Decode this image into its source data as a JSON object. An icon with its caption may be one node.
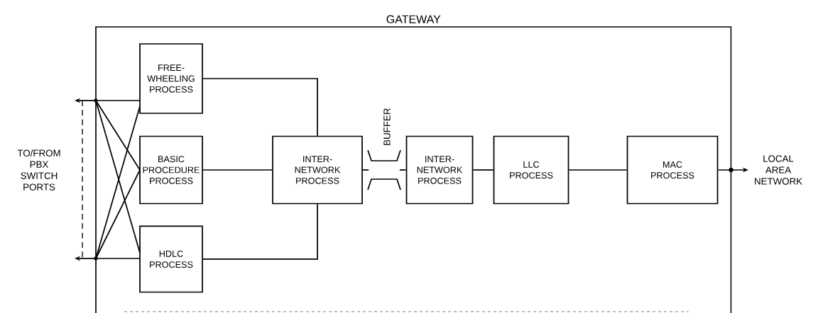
{
  "diagram": {
    "nodes": [
      {
        "text": [
          "GATEWAY"
        ]
      },
      {
        "text": [
          "FREE- WHEELING PROCESS"
        ],
        "in": 0
      },
      {
        "text": [
          "BASIC PROCEDURE PROCESS"
        ],
        "in": 0
      },
      {
        "text": [
          "HDLC PROCESS"
        ],
        "in": 0
      },
      {
        "text": [
          "INTER- NETWORK PROCESS"
        ],
        "in": 0
      },
      {
        "text": [
          "BUFFER"
        ],
        "in": 0
      },
      {
        "text": [
          "INTER- NETWORK PROCESS"
        ],
        "in": 0
      },
      {
        "text": [
          "LLC PROCESS"
        ],
        "in": 0
      },
      {
        "text": [
          "MAC PROCESS"
        ],
        "in": 0
      },
      {
        "text": [],
        "shape": "circle",
        "in": 0
      },
      {
        "text": [],
        "shape": "circle",
        "in": 0
      },
      {
        "text": [
          "LOCAL AREA NETWORK"
        ]
      }
    ],
    "edges": [
      {
        "from": 9,
        "to": 1,
        "arrow": "none"
      },
      {
        "from": 9,
        "to": 2,
        "arrow": "none"
      },
      {
        "from": 9,
        "to": 3,
        "arrow": "none"
      },
      {
        "from": 10,
        "to": 1,
        "arrow": "none"
      },
      {
        "from": 10,
        "to": 2,
        "arrow": "none"
      },
      {
        "from": 10,
        "to": 3,
        "arrow": "none"
      },
      {
        "from": 9,
        "to": null,
        "arrow": "to"
      },
      {
        "from": 10,
        "to": null,
        "arrow": "to"
      },
      {
        "from": 1,
        "to": 4,
        "arrow": "none"
      },
      {
        "from": 2,
        "to": 4,
        "arrow": "none"
      },
      {
        "from": 3,
        "to": 4,
        "arrow": "none"
      },
      {
        "from": 4,
        "to": 5,
        "arrow": "none"
      },
      {
        "from": 5,
        "to": 6,
        "arrow": "none"
      },
      {
        "from": 6,
        "to": 7,
        "arrow": "none"
      },
      {
        "from": 7,
        "to": 8,
        "arrow": "none"
      },
      {
        "from": 8,
        "to": 11,
        "arrow": "to"
      }
    ],
    "labels": [
      "TO/FROM PBX SWITCH PORTS"
    ]
  }
}
